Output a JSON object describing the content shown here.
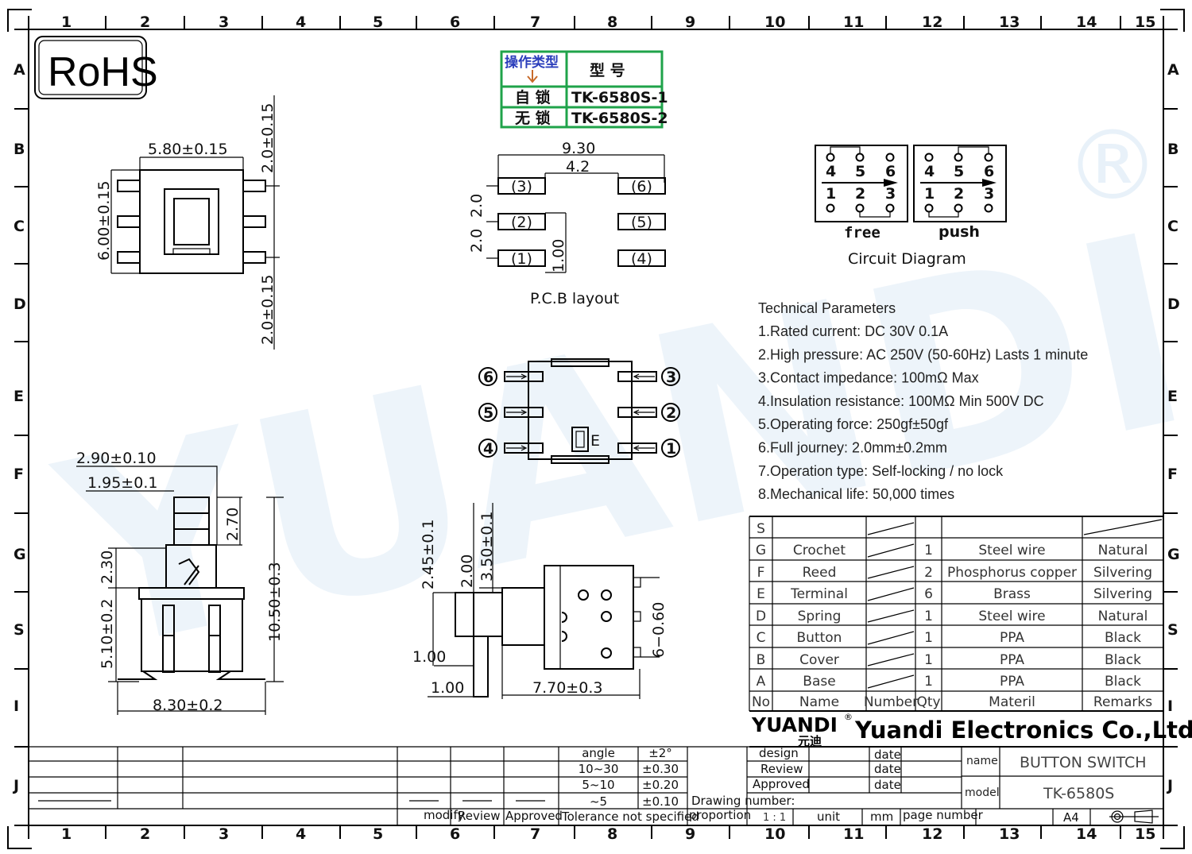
{
  "border": {
    "columns": [
      "1",
      "2",
      "3",
      "4",
      "5",
      "6",
      "7",
      "8",
      "9",
      "10",
      "11",
      "12",
      "13",
      "14",
      "15"
    ],
    "rows": [
      "A",
      "B",
      "C",
      "D",
      "E",
      "F",
      "G",
      "S",
      "I",
      "J"
    ]
  },
  "rohs": "RoHS",
  "watermark": "YUANDI",
  "model_table": {
    "header_left": "操作类型",
    "header_right": "型  号",
    "rows": [
      {
        "type": "自 锁",
        "model": "TK-6580S-1"
      },
      {
        "type": "无 锁",
        "model": "TK-6580S-2"
      }
    ]
  },
  "top_view": {
    "width": "5.80±0.15",
    "height": "6.00±0.15",
    "pin_top": "2.0±0.15",
    "pin_bottom": "2.0±0.15"
  },
  "pcb": {
    "width_total": "9.30",
    "width_inner": "4.2",
    "pitch1": "2.0",
    "pitch2": "2.0",
    "pad": "1.00",
    "pads_left": [
      "(3)",
      "(2)",
      "(1)"
    ],
    "pads_right": [
      "(6)",
      "(5)",
      "(4)"
    ],
    "caption": "P.C.B  layout"
  },
  "circuit": {
    "pins_top": [
      "4",
      "5",
      "6"
    ],
    "pins_bottom": [
      "1",
      "2",
      "3"
    ],
    "states": [
      "free",
      "push"
    ],
    "caption": "Circuit  Diagram"
  },
  "bottom_view": {
    "left_pins": [
      "6",
      "5",
      "4"
    ],
    "right_pins": [
      "3",
      "2",
      "1"
    ],
    "mark": "E"
  },
  "side_view": {
    "d1": "2.90±0.10",
    "d2": "1.95±0.1",
    "d3": "2.70",
    "d4": "2.30",
    "d5": "5.10±0.2",
    "d6": "10.50±0.3",
    "d7": "8.30±0.2"
  },
  "front_view": {
    "d1": "2.45±0.1",
    "d2": "2.00",
    "d3": "3.50±0.1",
    "d4": "1.00",
    "d5": "1.00",
    "d6": "7.70±0.3",
    "d7": "6−0.60"
  },
  "tech_params": {
    "title": "Technical Parameters",
    "items": [
      "1.Rated current: DC 30V 0.1A",
      "2.High pressure: AC 250V  (50-60Hz)  Lasts 1 minute",
      "3.Contact impedance: 100mΩ Max",
      "4.Insulation resistance: 100MΩ Min 500V DC",
      "5.Operating force: 250gf±50gf",
      "6.Full journey: 2.0mm±0.2mm",
      "7.Operation type: Self-locking / no lock",
      "8.Mechanical life: 50,000 times"
    ]
  },
  "bom": {
    "headers": [
      "No",
      "Name",
      "Number",
      "Qty",
      "Materil",
      "Remarks"
    ],
    "rows": [
      {
        "no": "S",
        "name": "",
        "qty": "",
        "material": "",
        "remarks": ""
      },
      {
        "no": "G",
        "name": "Crochet",
        "qty": "1",
        "material": "Steel wire",
        "remarks": "Natural"
      },
      {
        "no": "F",
        "name": "Reed",
        "qty": "2",
        "material": "Phosphorus copper",
        "remarks": "Silvering"
      },
      {
        "no": "E",
        "name": "Terminal",
        "qty": "6",
        "material": "Brass",
        "remarks": "Silvering"
      },
      {
        "no": "D",
        "name": "Spring",
        "qty": "1",
        "material": "Steel wire",
        "remarks": "Natural"
      },
      {
        "no": "C",
        "name": "Button",
        "qty": "1",
        "material": "PPA",
        "remarks": "Black"
      },
      {
        "no": "B",
        "name": "Cover",
        "qty": "1",
        "material": "PPA",
        "remarks": "Black"
      },
      {
        "no": "A",
        "name": "Base",
        "qty": "1",
        "material": "PPA",
        "remarks": "Black"
      }
    ]
  },
  "title_block": {
    "logo": "YUANDI",
    "logo_cn": "元迪",
    "company": "Yuandi Electronics Co.,Ltd",
    "design": "design",
    "review": "Review",
    "approved": "Approved",
    "date": "date",
    "name_label": "name",
    "name_value": "BUTTON SWITCH",
    "model_label": "model",
    "model_value": "TK-6580S",
    "drawing_number": "Drawing number:",
    "proportion": "proportion",
    "scale": "1 : 1",
    "unit": "unit",
    "unit_value": "mm",
    "page_number": "page number",
    "paper": "A4",
    "tol_rows": [
      [
        "angle",
        "±2°"
      ],
      [
        "10~30",
        "±0.30"
      ],
      [
        "5~10",
        "±0.20"
      ],
      [
        "~5",
        "±0.10"
      ]
    ],
    "tol_label": "Tolerance not specified",
    "modify": "modify",
    "rev": "Review",
    "appr": "Approved"
  }
}
